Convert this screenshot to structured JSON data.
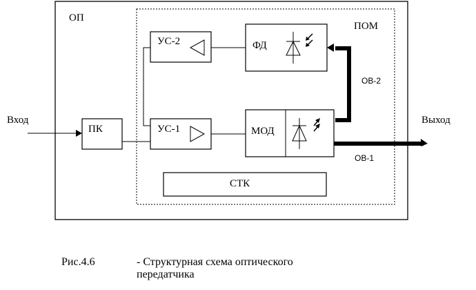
{
  "diagram": {
    "outer_block": "ОП",
    "inner_block": "ПОМ",
    "input_label": "Вход",
    "output_label": "Выход",
    "blocks": {
      "pk": "ПК",
      "us1": "УС-1",
      "us2": "УС-2",
      "fd": "ФД",
      "mod": "МОД",
      "stk": "СТК"
    },
    "fibers": {
      "ov1": "ОВ-1",
      "ov2": "ОВ-2"
    },
    "icons": [
      "photodiode-icon",
      "led-icon",
      "amplifier-triangle-icon"
    ],
    "colors": {
      "line": "#000000",
      "background": "#ffffff"
    }
  },
  "caption": {
    "figure": "Рис.4.6",
    "text_line1": "- Структурная схема оптического",
    "text_line2": "передатчика"
  }
}
